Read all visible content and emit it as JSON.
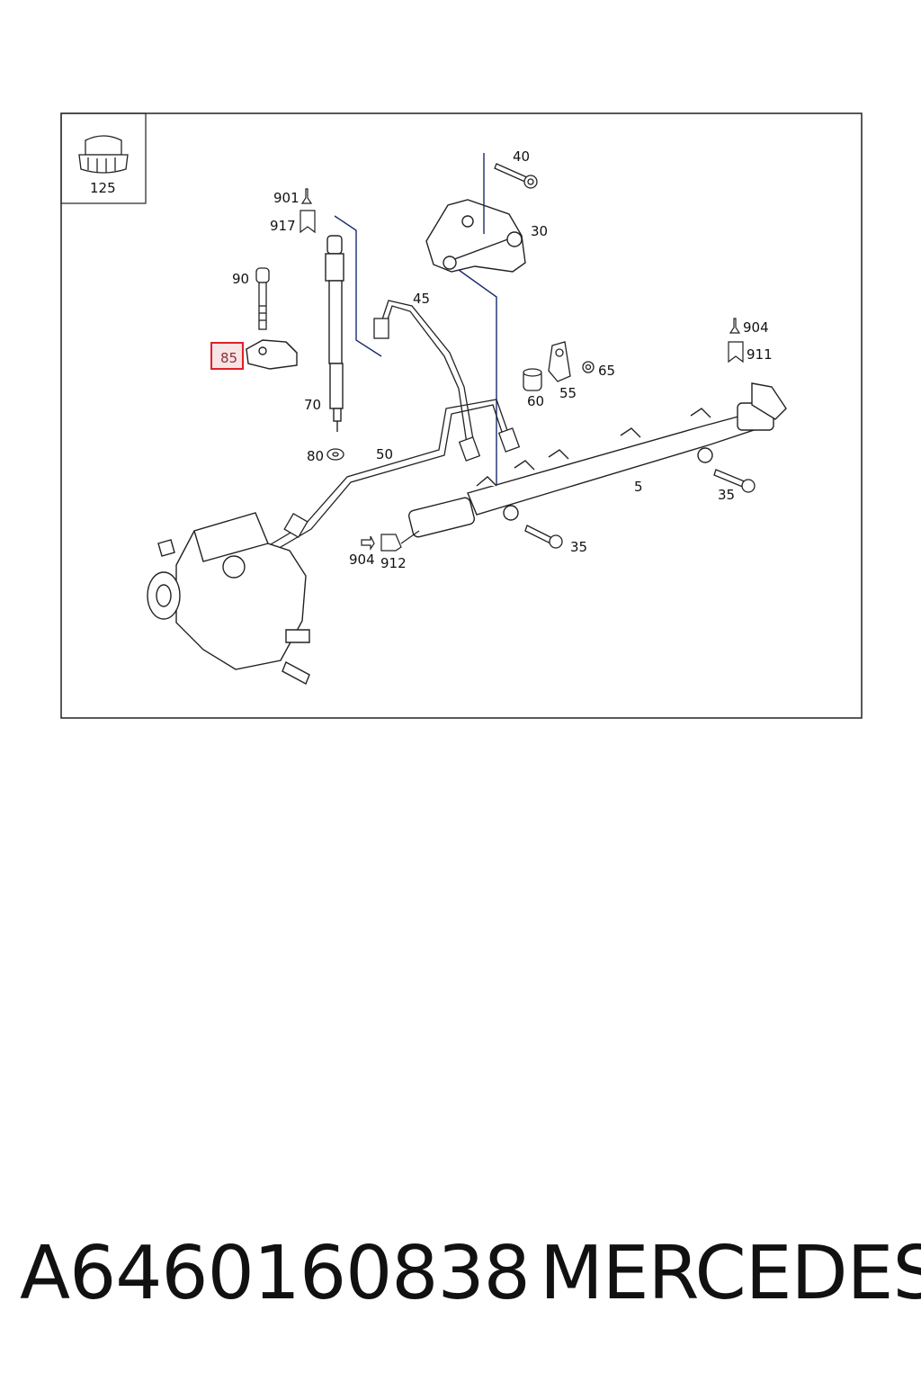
{
  "diagram": {
    "labels": {
      "l125": "125",
      "l40": "40",
      "l30": "30",
      "l901": "901",
      "l917": "917",
      "l90": "90",
      "l45": "45",
      "l904a": "904",
      "l911": "911",
      "l85": "85",
      "l65": "65",
      "l55": "55",
      "l60": "60",
      "l70": "70",
      "l80": "80",
      "l50": "50",
      "l5": "5",
      "l35a": "35",
      "l904b": "904",
      "l912": "912",
      "l35b": "35"
    },
    "highlighted_part": "85",
    "highlight_color": "#e0202a"
  },
  "footer": {
    "part_number": "A6460160838",
    "brand": "MERCEDES"
  }
}
